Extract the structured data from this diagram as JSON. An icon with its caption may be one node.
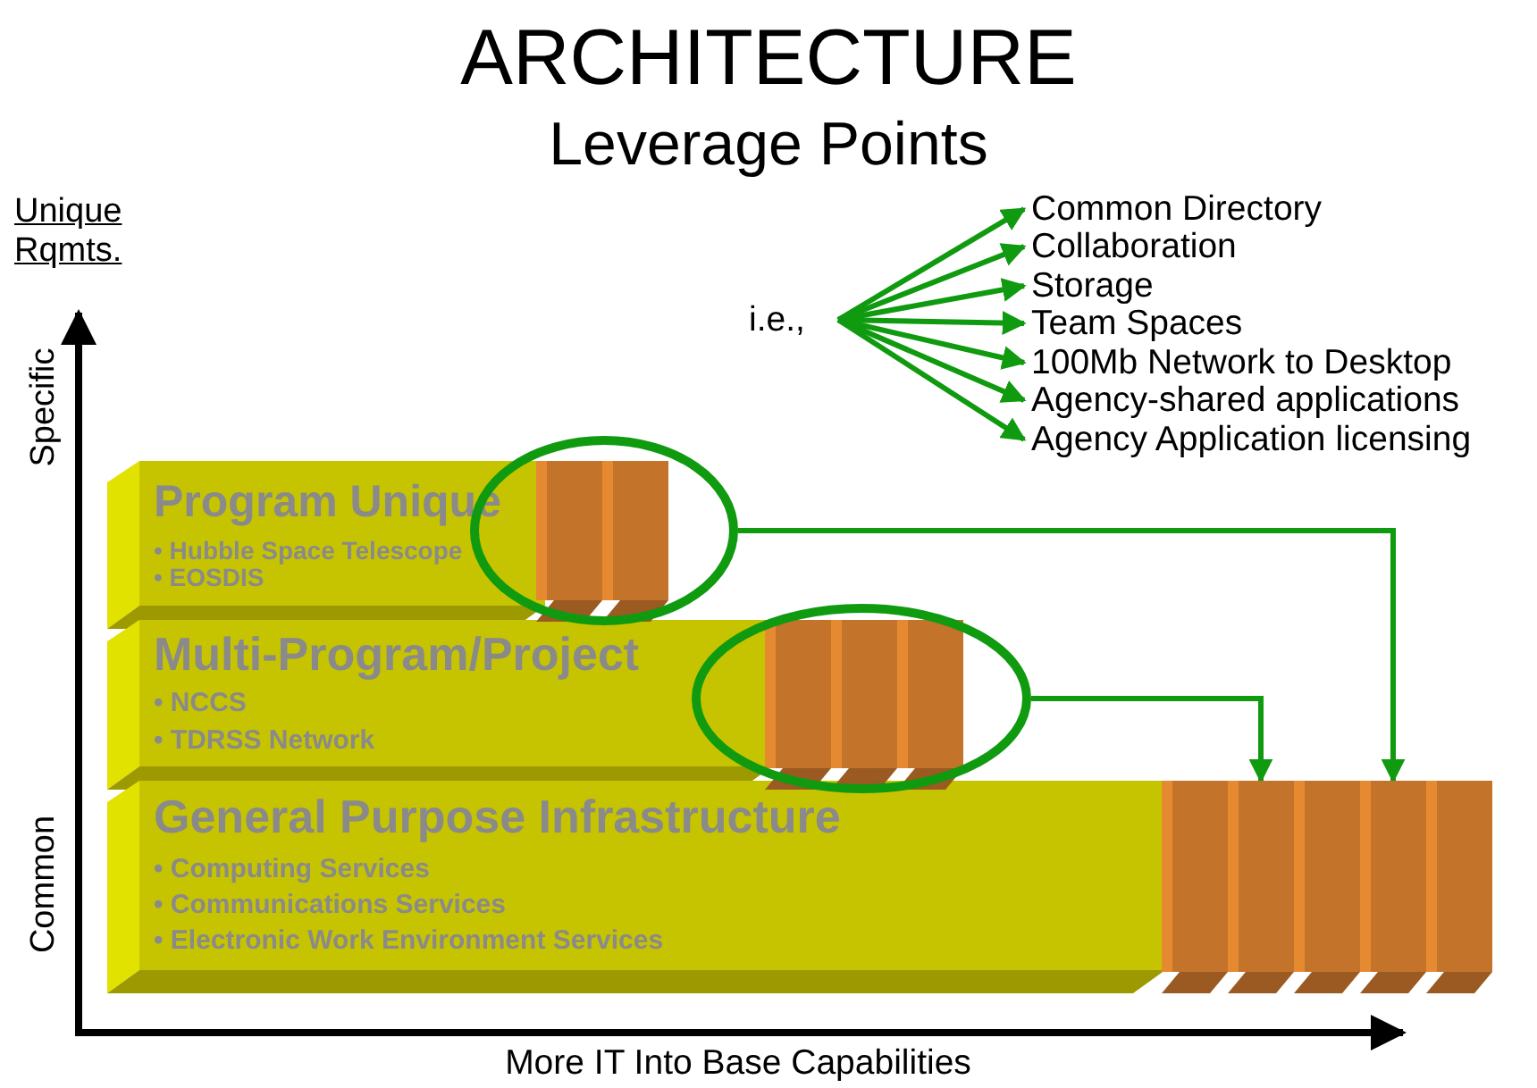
{
  "diagram": {
    "title": "ARCHITECTURE",
    "nodes": [
      {
        "text": [
          "i.e.,"
        ]
      },
      {
        "text": [
          "Common Directory"
        ]
      },
      {
        "text": [
          "Collaboration"
        ]
      },
      {
        "text": [
          "Storage"
        ]
      },
      {
        "text": [
          "Team Spaces"
        ]
      },
      {
        "text": [
          "100Mb Network to Desktop"
        ]
      },
      {
        "text": [
          "Agency-shared applications"
        ]
      },
      {
        "text": [
          "Agency Application licensing"
        ]
      },
      {
        "text": [
          "Program Unique",
          "• Hubble Space Telescope",
          "• EOSDIS"
        ]
      },
      {
        "text": [],
        "shape": "ellipse"
      },
      {
        "text": [],
        "shape": "box",
        "in": 9
      },
      {
        "text": [],
        "shape": "box",
        "in": 9
      },
      {
        "text": [
          "Multi-Program/Project",
          "• NCCS",
          "• TDRSS Network"
        ]
      },
      {
        "text": [],
        "shape": "ellipse"
      },
      {
        "text": [],
        "shape": "box",
        "in": 13
      },
      {
        "text": [],
        "shape": "box",
        "in": 13
      },
      {
        "text": [],
        "shape": "box",
        "in": 13
      },
      {
        "text": [
          "General Purpose Infrastructure",
          "• Computing Services",
          "• Communications Services",
          "• Electronic Work Environment Services"
        ]
      },
      {
        "text": [],
        "shape": "box"
      },
      {
        "text": [],
        "shape": "box"
      },
      {
        "text": [],
        "shape": "box"
      },
      {
        "text": [],
        "shape": "box"
      },
      {
        "text": [],
        "shape": "box"
      }
    ],
    "edges": [
      {
        "from": 0,
        "to": 1,
        "arrow": "to"
      },
      {
        "from": 0,
        "to": 2,
        "arrow": "to"
      },
      {
        "from": 0,
        "to": 3,
        "arrow": "to"
      },
      {
        "from": 0,
        "to": 4,
        "arrow": "to"
      },
      {
        "from": 0,
        "to": 5,
        "arrow": "to"
      },
      {
        "from": 0,
        "to": 6,
        "arrow": "to"
      },
      {
        "from": 0,
        "to": 7,
        "arrow": "to"
      },
      {
        "from": 9,
        "to": 21,
        "arrow": "to"
      },
      {
        "from": 13,
        "to": 19,
        "arrow": "to"
      }
    ],
    "labels": [
      "Leverage Points",
      "Unique Rqmts.",
      "Specific",
      "Common",
      "More IT Into Base Capabilities"
    ]
  }
}
